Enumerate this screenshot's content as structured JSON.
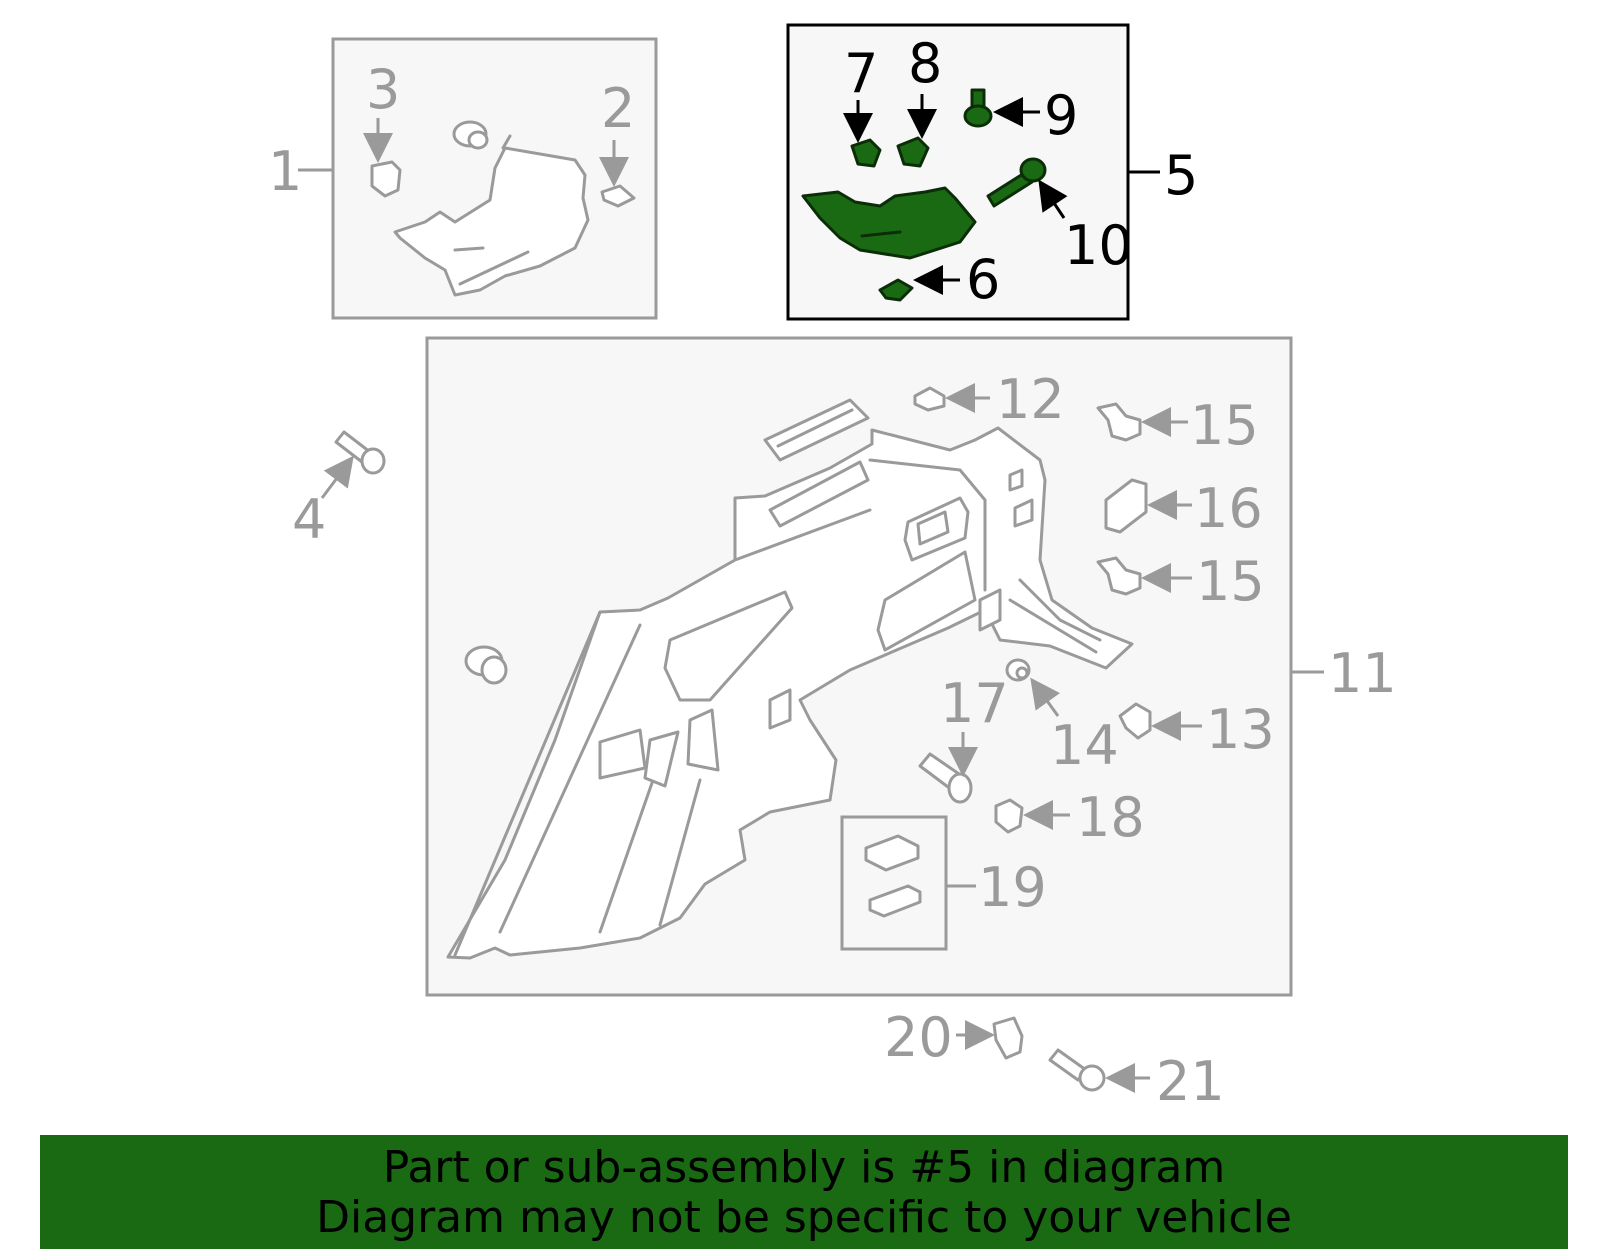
{
  "callouts": {
    "c1": "1",
    "c2": "2",
    "c3": "3",
    "c4": "4",
    "c5": "5",
    "c6": "6",
    "c7": "7",
    "c8": "8",
    "c9": "9",
    "c10": "10",
    "c11": "11",
    "c12": "12",
    "c13": "13",
    "c14": "14",
    "c15a": "15",
    "c15b": "15",
    "c16": "16",
    "c17": "17",
    "c18": "18",
    "c19": "19",
    "c20": "20",
    "c21": "21"
  },
  "highlight": {
    "part_number": "5",
    "color": "#1a6a14"
  },
  "banner": {
    "line1": "Part or sub-assembly is #5 in diagram",
    "line2": "Diagram may not be specific to your vehicle"
  }
}
